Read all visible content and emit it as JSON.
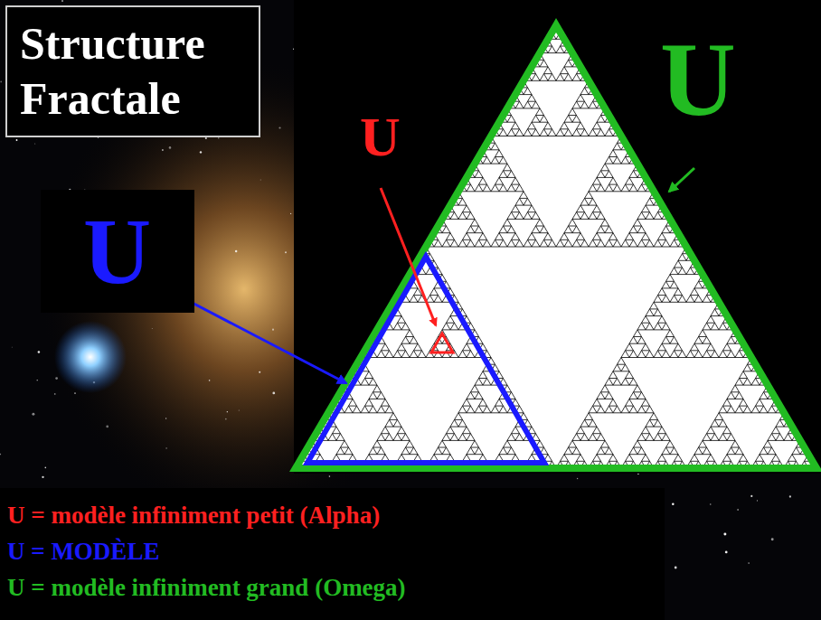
{
  "diagram": {
    "title": "Structure Fractale",
    "labels": [
      "U",
      "U",
      "U"
    ],
    "legend": [
      {
        "text": "U = modèle infiniment petit (Alpha)",
        "color": "#ff2020"
      },
      {
        "text": "U = MODÈLE",
        "color": "#1a1aff"
      },
      {
        "text": "U = modèle infiniment grand (Omega)",
        "color": "#22bb22"
      }
    ]
  }
}
